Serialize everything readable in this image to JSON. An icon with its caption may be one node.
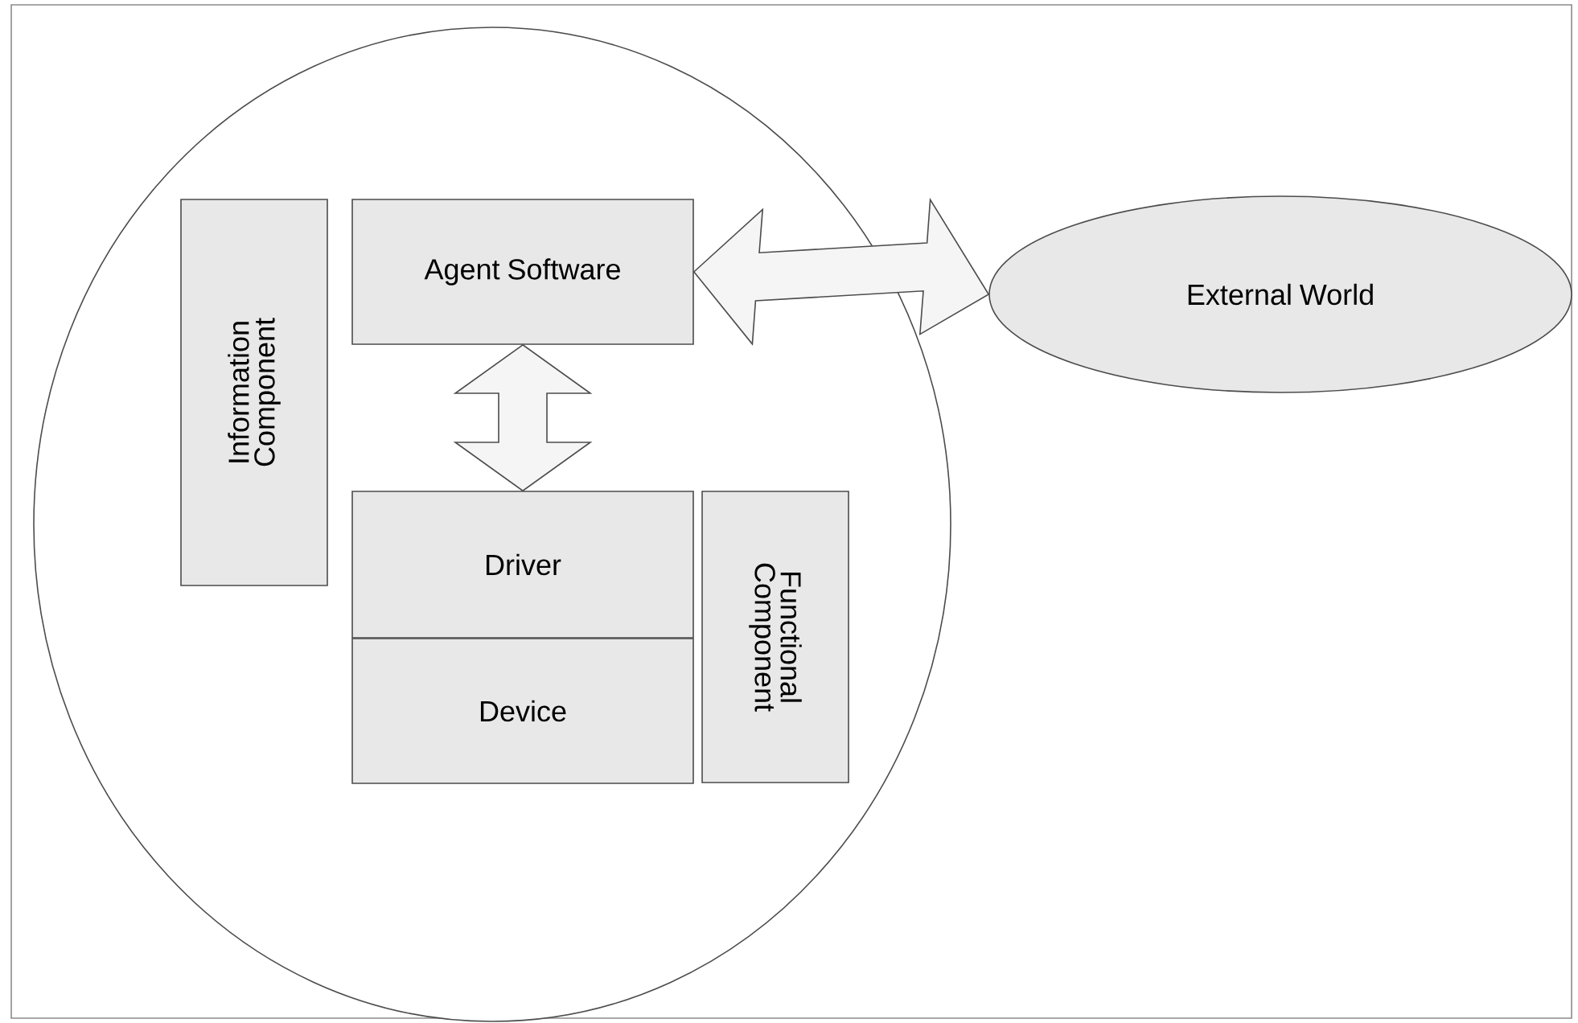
{
  "diagram": {
    "nodes": [
      {
        "text": [],
        "shape": "circle"
      },
      {
        "text": [
          "Information Component"
        ],
        "in": 0
      },
      {
        "text": [
          "Agent Software"
        ],
        "in": 0
      },
      {
        "text": [
          "Driver"
        ],
        "in": 0
      },
      {
        "text": [
          "Device"
        ],
        "in": 0
      },
      {
        "text": [
          "Functional Component"
        ],
        "in": 0
      },
      {
        "text": [
          "External World"
        ]
      }
    ],
    "edges": [
      {
        "from": 2,
        "to": 6,
        "arrow": "both"
      },
      {
        "from": 2,
        "to": 3,
        "arrow": "both"
      }
    ]
  }
}
